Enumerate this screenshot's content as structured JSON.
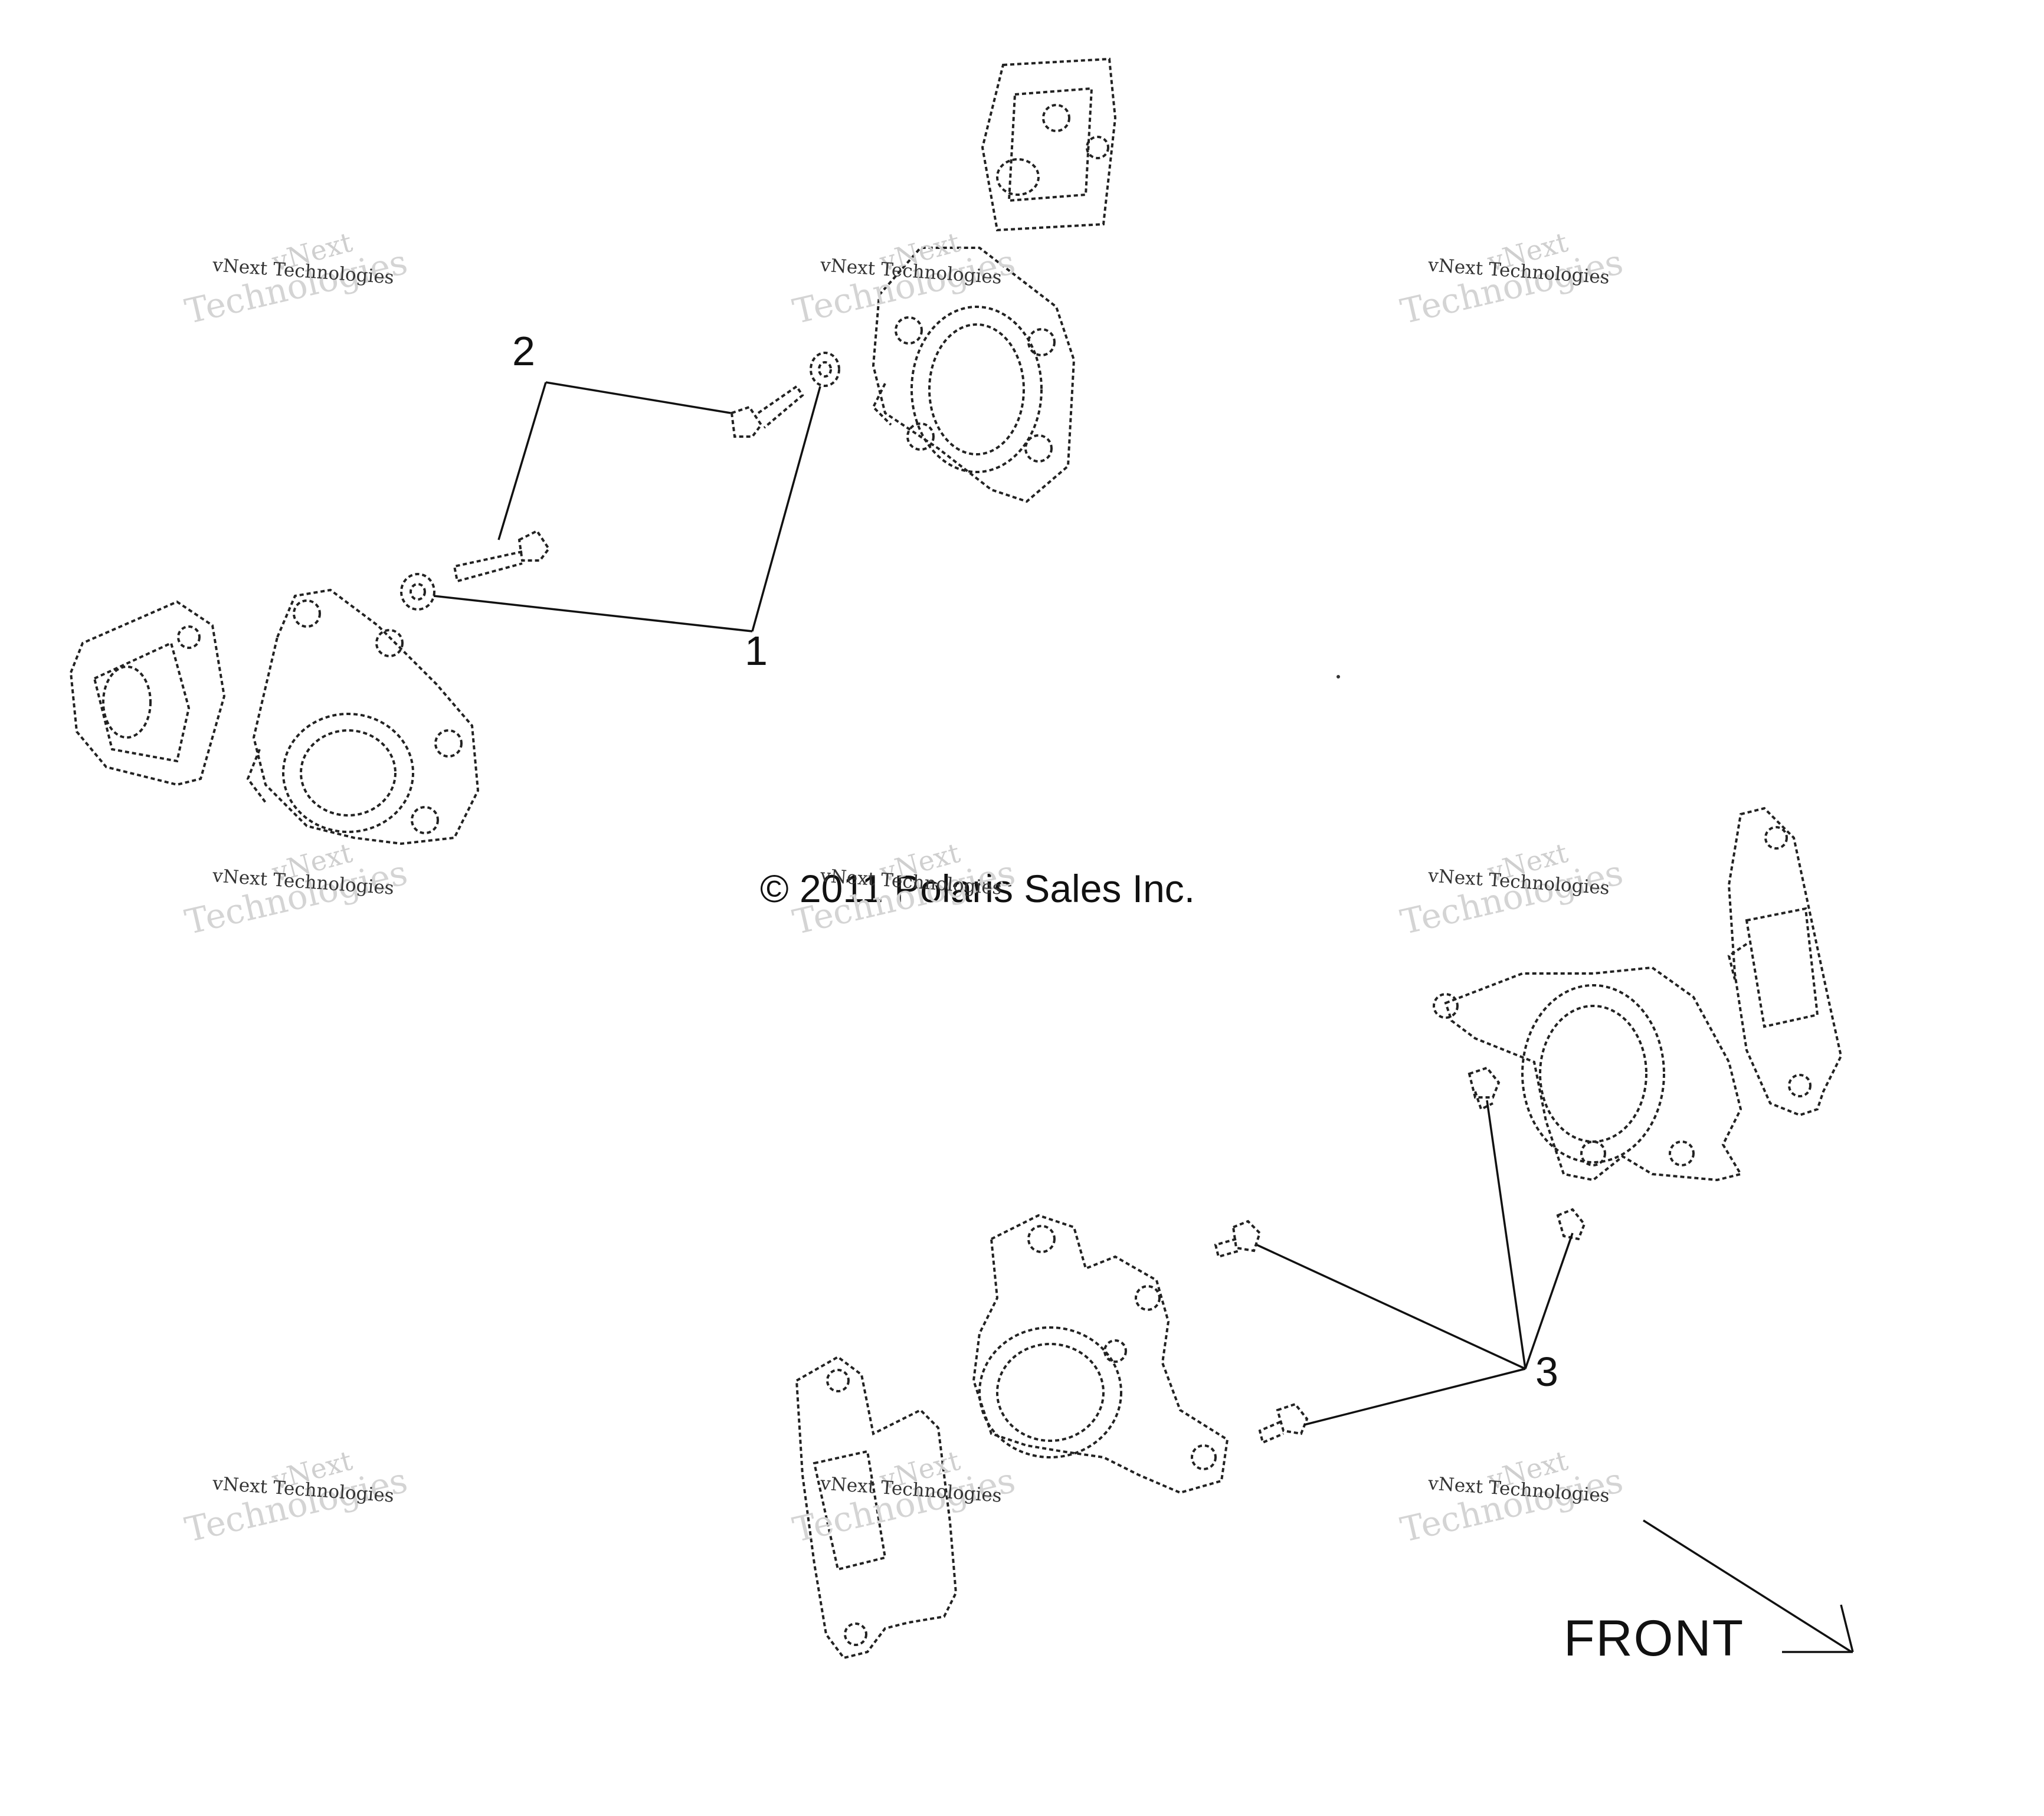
{
  "callouts": [
    "1",
    "2",
    "3"
  ],
  "copyright": "© 2011 Polaris Sales Inc.",
  "front_label": "FRONT",
  "watermark": {
    "top": "vNext",
    "middle": "vNext Technologies",
    "bottom": "Technologies"
  },
  "colors": {
    "line": "#222222",
    "background": "#ffffff",
    "watermark": "#d0d0d0"
  }
}
